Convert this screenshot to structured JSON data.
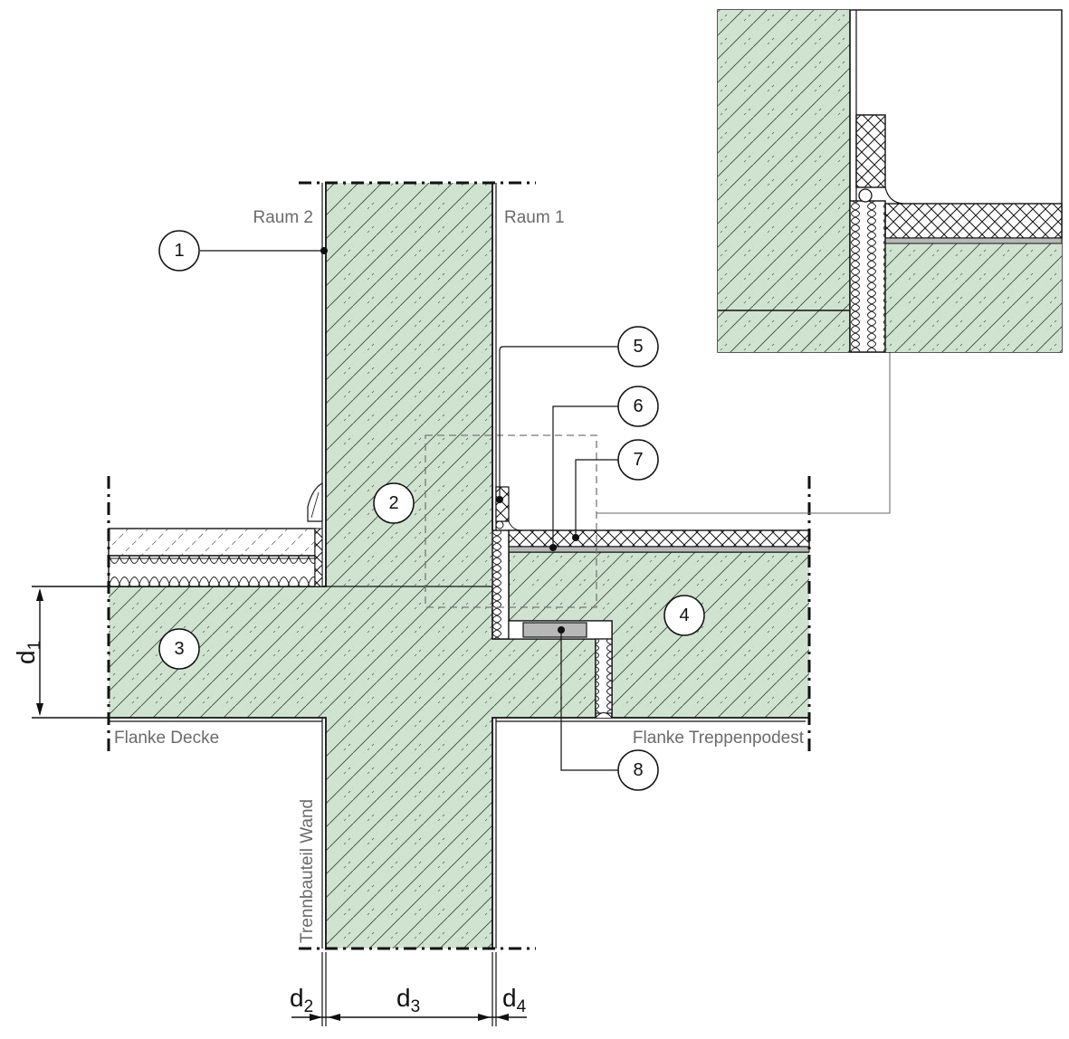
{
  "labels": {
    "raum2": "Raum 2",
    "raum1": "Raum 1",
    "flanke_decke": "Flanke Decke",
    "flanke_treppenpodest": "Flanke Treppenpodest",
    "trennbauteil": "Trennbauteil Wand"
  },
  "callouts": [
    "1",
    "2",
    "3",
    "4",
    "5",
    "6",
    "7",
    "8"
  ],
  "dimensions": {
    "d1": {
      "main": "d",
      "sub": "1"
    },
    "d2": {
      "main": "d",
      "sub": "2"
    },
    "d3": {
      "main": "d",
      "sub": "3"
    },
    "d4": {
      "main": "d",
      "sub": "4"
    }
  },
  "colors": {
    "concrete": "#cfe3d0",
    "line": "#111111",
    "label": "#6b6b6b",
    "bearing": "#b8b8b8"
  }
}
